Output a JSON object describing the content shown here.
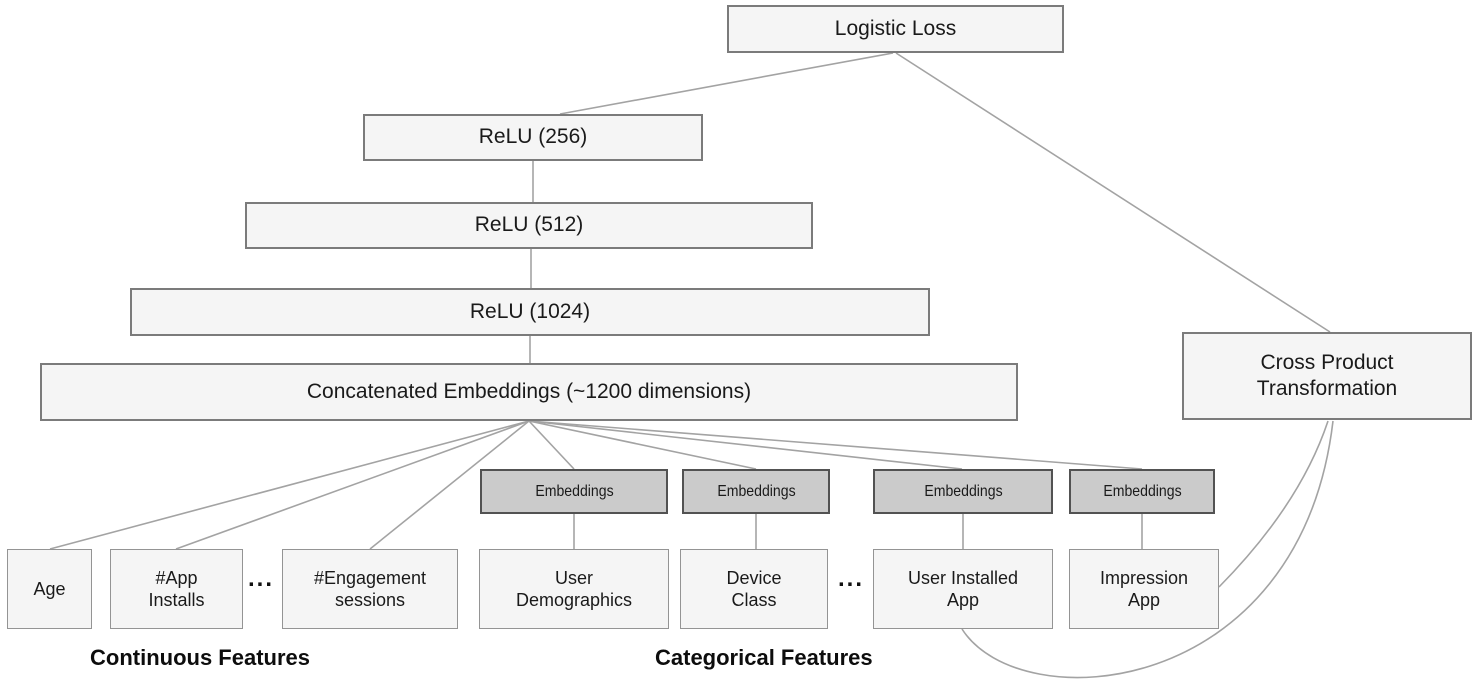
{
  "colors": {
    "box_fill": "#f5f5f5",
    "box_border": "#7b7b7b",
    "embedding_fill": "#cbcbcb",
    "embedding_border": "#525252",
    "connector": "#a3a3a3",
    "text": "#1a1a1a"
  },
  "nodes": {
    "logistic_loss": "Logistic Loss",
    "relu_256": "ReLU (256)",
    "relu_512": "ReLU (512)",
    "relu_1024": "ReLU (1024)",
    "concatenated_embeddings": "Concatenated Embeddings (~1200 dimensions)",
    "cross_product_transformation": "Cross Product\nTransformation",
    "embeddings_label": "Embeddings"
  },
  "continuous_features": {
    "label": "Continuous Features",
    "ellipsis": "...",
    "items": [
      "Age",
      "#App\nInstalls",
      "#Engagement\nsessions"
    ]
  },
  "categorical_features": {
    "label": "Categorical Features",
    "ellipsis": "...",
    "items": [
      "User\nDemographics",
      "Device\nClass",
      "User Installed\nApp",
      "Impression\nApp"
    ]
  }
}
